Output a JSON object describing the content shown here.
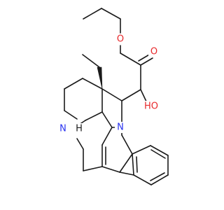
{
  "structure": {
    "atom_labels": {
      "ester_O": "O",
      "carbonyl_O": "O",
      "hydroxyl": "HO",
      "indole_N": "N",
      "amine_N": "N",
      "stereo_H": "H"
    },
    "colors": {
      "bond": "#1a1a1a",
      "oxygen": "#e8292b",
      "nitrogen": "#2832f0",
      "background": "#ffffff"
    }
  }
}
